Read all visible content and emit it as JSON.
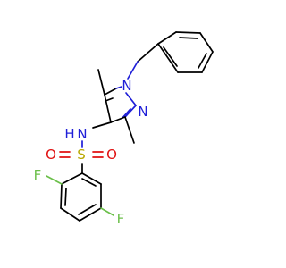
{
  "atoms": {
    "n1": "N",
    "n2": "N",
    "nh": "N",
    "h": "H",
    "s": "S",
    "o1": "O",
    "o2": "O",
    "f1": "F",
    "f2": "F"
  },
  "colors": {
    "nitrogen": "#1f1fd8",
    "oxygen": "#e01010",
    "sulfur": "#b8a800",
    "fluorine": "#6bbf4a",
    "carbon": "#000000"
  }
}
